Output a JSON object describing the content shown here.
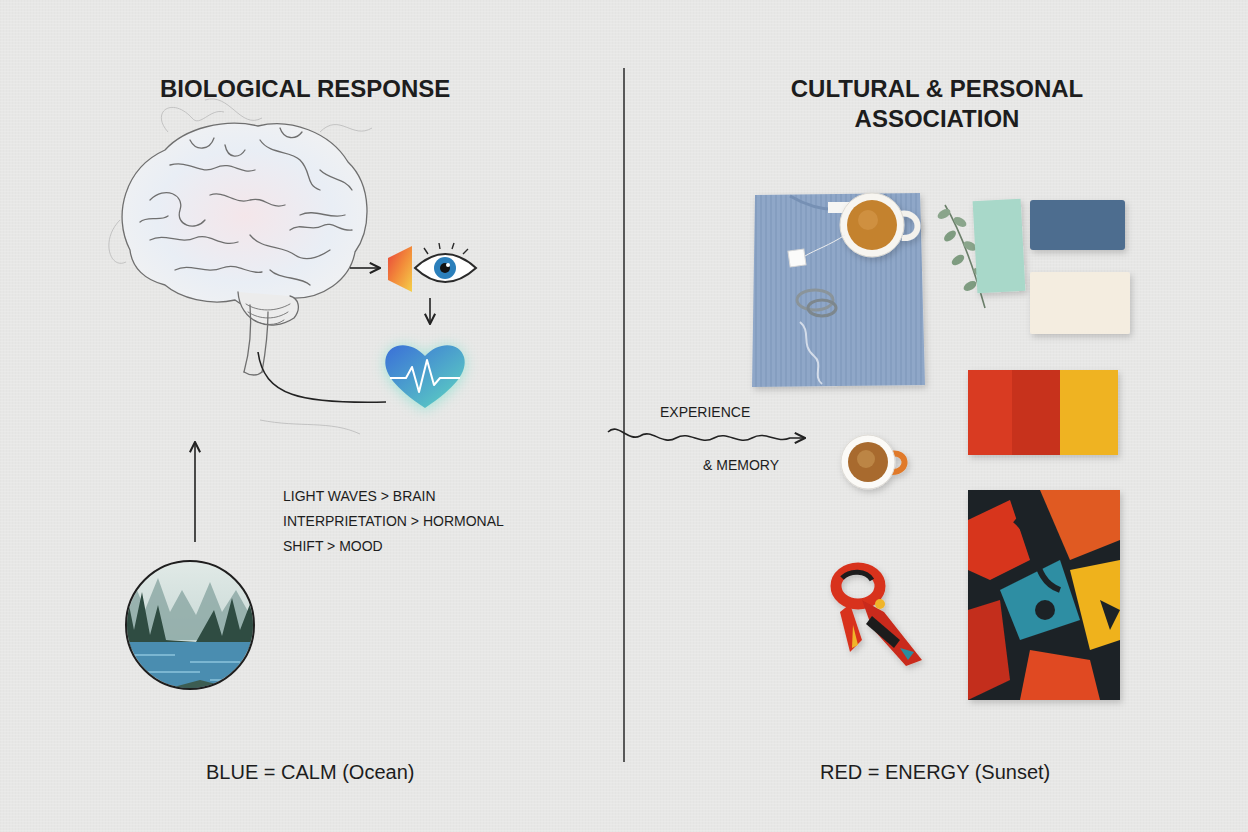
{
  "diagram": {
    "labels": [
      "BIOLOGICAL RESPONSE",
      "CULTURAL & PERSONAL ASSOCIATION",
      "LIGHT WAVES > BRAIN INTERPRIETATION > HORMONAL SHIFT > MOOD",
      "EXPERIENCE",
      "& MEMORY",
      "BLUE = CALM (Ocean)",
      "RED = ENERGY (Sunset)"
    ]
  }
}
